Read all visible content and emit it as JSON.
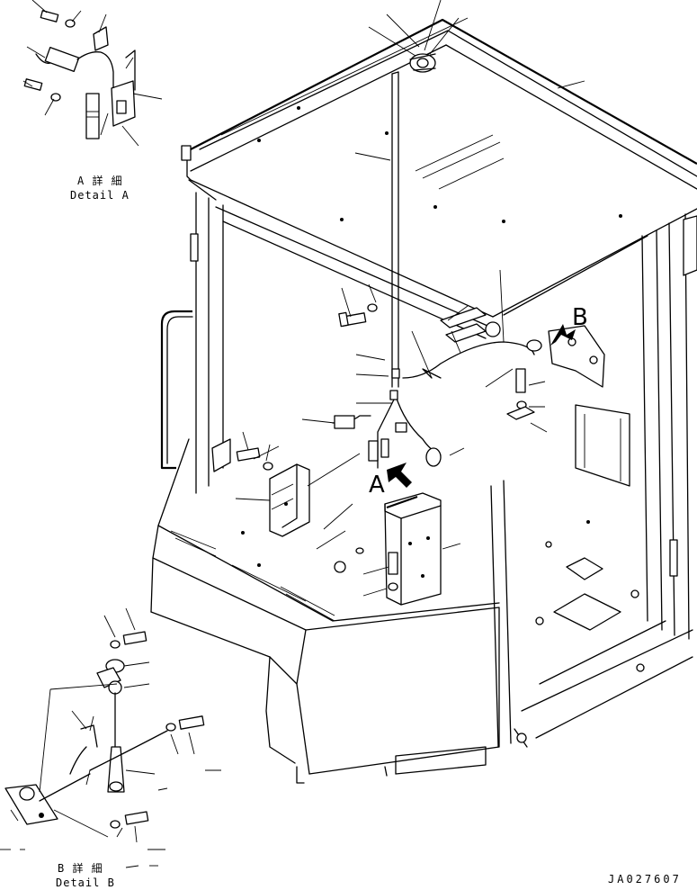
{
  "detail_a": {
    "title_jp": "A 詳 細",
    "title_en": "Detail A"
  },
  "detail_b": {
    "title_jp": "B 詳 細",
    "title_en": "Detail B"
  },
  "view_marks": {
    "a": "A",
    "b": "B"
  },
  "drawing_number": "JA027607",
  "colors": {
    "line": "#000000",
    "background": "#ffffff"
  }
}
